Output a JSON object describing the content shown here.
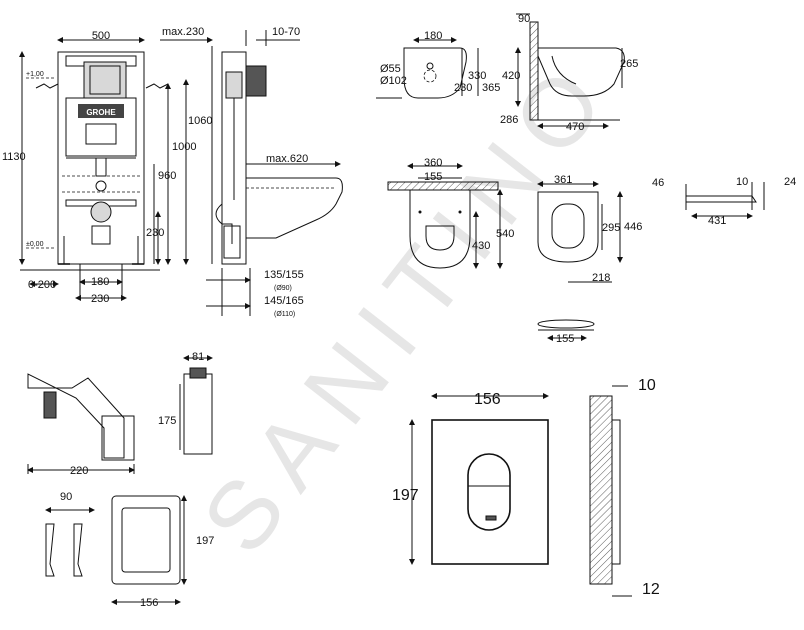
{
  "watermark": "SANITINO",
  "frame_view": {
    "width": "500",
    "width_max": "max.230",
    "depth_range": "10-70",
    "height_total": "1130",
    "upper_mark": "+1,00",
    "floor_mark": "±0,00",
    "h1060": "1060",
    "h1000": "1000",
    "h960": "960",
    "h230": "230",
    "offset_range": "0-200",
    "d180": "180",
    "d230": "230",
    "max620": "max.620",
    "pipe_a": "135/155",
    "pipe_a_sub": "(Ø90)",
    "pipe_b": "145/165",
    "pipe_b_sub": "(Ø110)",
    "logo_text": "GROHE"
  },
  "bowl_side": {
    "w180": "180",
    "d55": "Ø55",
    "d102": "Ø102",
    "h330": "330",
    "h230": "230",
    "h365": "365",
    "h420": "420",
    "w90": "90",
    "h265": "265",
    "w286": "286",
    "w470": "470"
  },
  "bowl_top": {
    "w360": "360",
    "w155": "155",
    "h430": "430",
    "h540": "540"
  },
  "seat_view": {
    "w361": "361",
    "h295": "295",
    "h446": "446",
    "w218": "218",
    "w155": "155"
  },
  "seat_profile": {
    "h46": "46",
    "w10": "10",
    "h24": "24",
    "w431": "431"
  },
  "accessory": {
    "w81": "81",
    "h175": "175",
    "w220": "220",
    "w90": "90",
    "h197": "197",
    "w156": "156"
  },
  "flush_plate": {
    "width": "156",
    "height": "197",
    "depth": "10",
    "thickness": "12"
  }
}
